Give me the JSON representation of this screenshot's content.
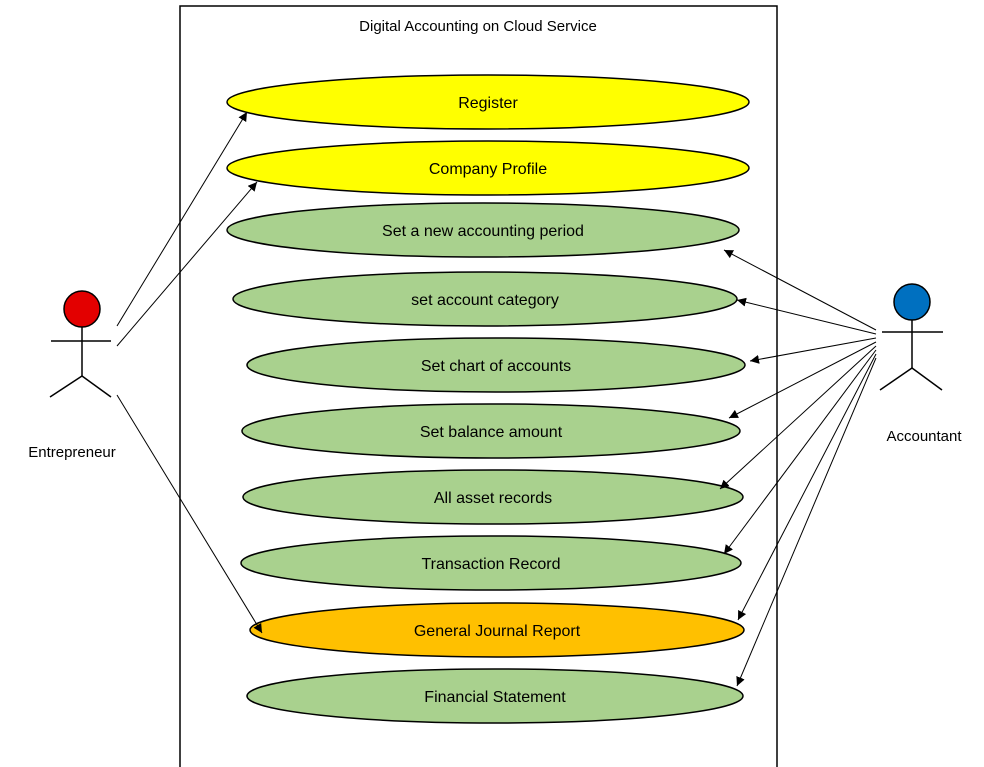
{
  "system": {
    "title": "Digital Accounting on Cloud Service"
  },
  "actors": {
    "entrepreneur": {
      "label": "Entrepreneur",
      "head_color": "#e30000"
    },
    "accountant": {
      "label": "Accountant",
      "head_color": "#0070c0"
    }
  },
  "colors": {
    "yellow_use_case": "#ffff00",
    "green_use_case": "#a9d18e",
    "orange_use_case": "#ffc000",
    "line": "#000000"
  },
  "use_cases": [
    {
      "label": "Register",
      "fill": "yellow"
    },
    {
      "label": "Company Profile",
      "fill": "yellow"
    },
    {
      "label": "Set a new accounting period",
      "fill": "green"
    },
    {
      "label": "set account category",
      "fill": "green"
    },
    {
      "label": "Set chart of accounts",
      "fill": "green"
    },
    {
      "label": "Set balance amount",
      "fill": "green"
    },
    {
      "label": "All asset records",
      "fill": "green"
    },
    {
      "label": "Transaction Record",
      "fill": "green"
    },
    {
      "label": "General Journal Report",
      "fill": "orange"
    },
    {
      "label": "Financial Statement",
      "fill": "green"
    }
  ]
}
